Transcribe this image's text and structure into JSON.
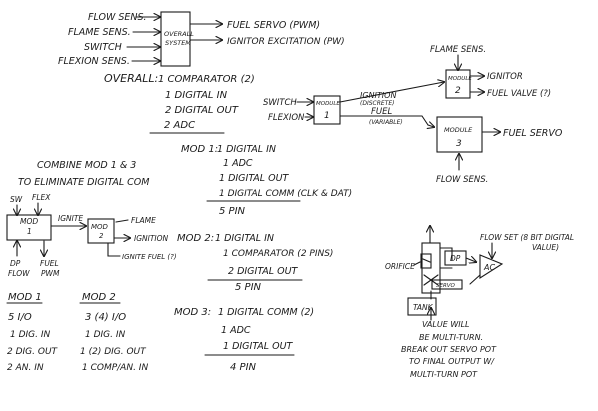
{
  "overall_block": {
    "inputs": [
      "FLOW SENS.",
      "FLAME SENS.",
      "SWITCH",
      "FLEXION SENS."
    ],
    "box": [
      "OVERALL",
      "SYSTEM"
    ],
    "outputs": [
      "FUEL SERVO (PWM)",
      "IGNITOR EXCITATION (PW)"
    ]
  },
  "overall_requirements": {
    "title": "OVERALL:",
    "items": [
      "1 COMPARATOR (2)",
      "1 DIGITAL IN",
      "2 DIGITAL OUT",
      "2 ADC"
    ]
  },
  "module_diagram": {
    "flame_sens": "FLAME SENS.",
    "switch": "SWITCH",
    "flexion": "FLEXION",
    "module1": [
      "MODULE",
      "1"
    ],
    "module2": [
      "MODULE",
      "2"
    ],
    "module3": [
      "MODULE",
      "3"
    ],
    "ignition": [
      "IGNITION",
      "(DISCRETE)"
    ],
    "fuel": [
      "FUEL",
      "(VARIABLE)"
    ],
    "ignitor": "IGNITOR",
    "fuel_valve": "FUEL VALVE (?)",
    "fuel_servo": "FUEL SERVO",
    "flow_sens": "FLOW SENS."
  },
  "mod1": {
    "title": "MOD 1:",
    "items": [
      "1 DIGITAL IN",
      "1 ADC",
      "1 DIGITAL OUT",
      "1 DIGITAL COMM (CLK & DAT)"
    ],
    "total": "5 PIN"
  },
  "mod2": {
    "title": "MOD 2:",
    "items": [
      "1 DIGITAL IN",
      "1 COMPARATOR (2 PINS)",
      "2 DIGITAL OUT"
    ],
    "total": "5 PIN"
  },
  "mod3": {
    "title": "MOD 3:",
    "items": [
      "1 DIGITAL COMM (2)",
      "1 ADC",
      "1 DIGITAL OUT"
    ],
    "total": "4 PIN"
  },
  "combine_note": [
    "COMBINE MOD 1 & 3",
    "TO ELIMINATE DIGITAL COM"
  ],
  "combined_diagram": {
    "sw": "SW",
    "flex": "FLEX",
    "mod1": [
      "MOD",
      "1"
    ],
    "mod2": [
      "MOD",
      "2"
    ],
    "ignite": "IGNITE",
    "flame": "FLAME",
    "ignition": "IGNITION",
    "ignite_fuel": "IGNITE FUEL (?)",
    "dp_flow": [
      "DP",
      "FLOW"
    ],
    "fuel_pwm": [
      "FUEL",
      "PWM"
    ]
  },
  "io_table": {
    "col1_header": "MOD 1",
    "col2_header": "MOD 2",
    "col1": [
      "5 I/O",
      "1 DIG. IN",
      "2 DIG. OUT",
      "2 AN. IN"
    ],
    "col2": [
      "3 (4) I/O",
      "1 DIG. IN",
      "1 (2) DIG. OUT",
      "1 COMP/AN. IN"
    ]
  },
  "valve_diagram": {
    "flow_set": "FLOW SET (8 BIT DIGITAL VALUE)",
    "orifice": "ORIFICE",
    "dp": "DP",
    "ac": "AC",
    "tank": "TANK",
    "servo": "SERVO",
    "note": [
      "VALUE WILL",
      "BE MULTI-TURN.",
      "BREAK OUT SERVO POT",
      "TO FINAL OUTPUT W/",
      "MULTI-TURN POT"
    ]
  }
}
